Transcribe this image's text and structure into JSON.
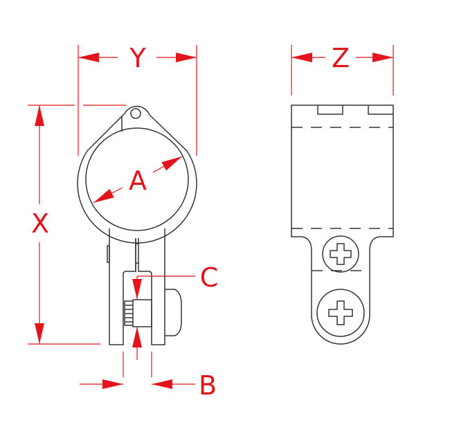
{
  "dimensions": {
    "a": "A",
    "b": "B",
    "c": "C",
    "x": "X",
    "y": "Y",
    "z": "Z"
  },
  "colors": {
    "dimension": "#e3141b",
    "outline": "#333333"
  }
}
